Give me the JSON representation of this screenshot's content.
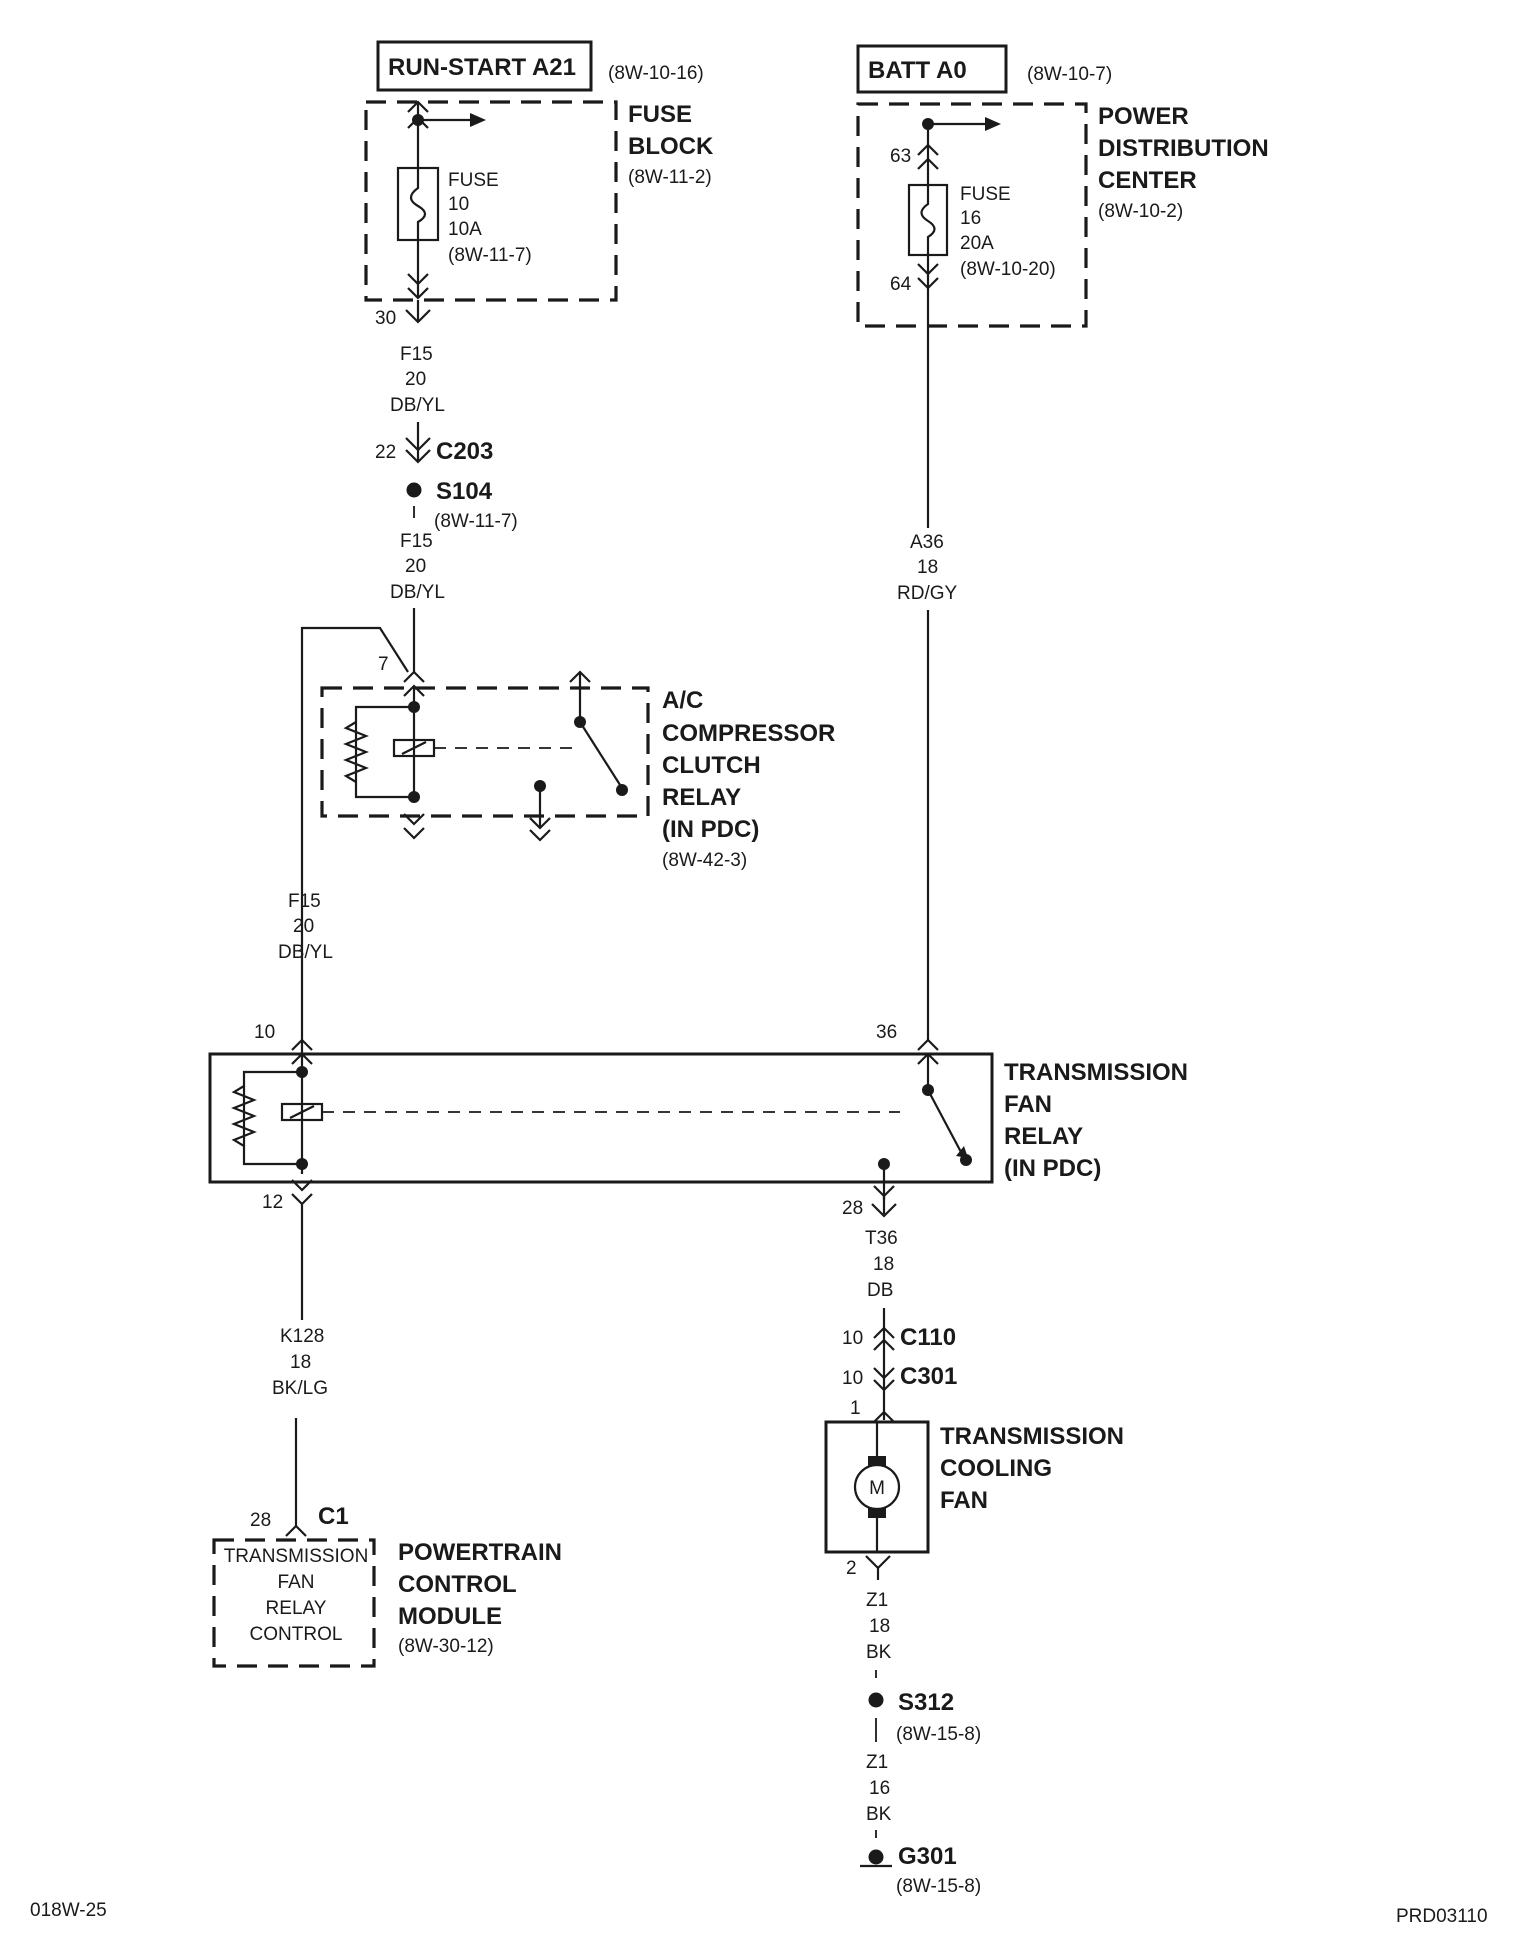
{
  "sources": {
    "run_start": {
      "label": "RUN-START A21",
      "ref": "(8W-10-16)"
    },
    "batt": {
      "label": "BATT A0",
      "ref": "(8W-10-7)"
    }
  },
  "fuse_block": {
    "title": [
      "FUSE",
      "BLOCK"
    ],
    "ref": "(8W-11-2)",
    "fuse": [
      "FUSE",
      "10",
      "10A",
      "(8W-11-7)"
    ]
  },
  "pdc": {
    "title": [
      "POWER",
      "DISTRIBUTION",
      "CENTER"
    ],
    "ref": "(8W-10-2)",
    "fuse": [
      "FUSE",
      "16",
      "20A",
      "(8W-10-20)"
    ],
    "pin_in": "63",
    "pin_out": "64"
  },
  "left_branch": {
    "pin_fuse_out": "30",
    "wire1": [
      "F15",
      "20",
      "DB/YL"
    ],
    "c203": {
      "pin": "22",
      "label": "C203"
    },
    "s104": {
      "label": "S104",
      "ref": "(8W-11-7)"
    },
    "wire2": [
      "F15",
      "20",
      "DB/YL"
    ],
    "ac_pin": "7",
    "wire3": [
      "F15",
      "20",
      "DB/YL"
    ]
  },
  "ac_relay": {
    "title": [
      "A/C",
      "COMPRESSOR",
      "CLUTCH",
      "RELAY",
      "(IN PDC)"
    ],
    "ref": "(8W-42-3)"
  },
  "right_branch": {
    "wire1": [
      "A36",
      "18",
      "RD/GY"
    ]
  },
  "trans_relay": {
    "title": [
      "TRANSMISSION",
      "FAN",
      "RELAY",
      "(IN PDC)"
    ],
    "pin_coil_in": "10",
    "pin_sw_in": "36",
    "pin_coil_out": "12",
    "pin_sw_out": "28"
  },
  "pcm_branch": {
    "wire": [
      "K128",
      "18",
      "BK/LG"
    ],
    "c1": {
      "pin": "28",
      "label": "C1"
    }
  },
  "pcm": {
    "title": [
      "POWERTRAIN",
      "CONTROL",
      "MODULE"
    ],
    "ref": "(8W-30-12)",
    "inner": [
      "TRANSMISSION",
      "FAN",
      "RELAY",
      "CONTROL"
    ]
  },
  "fan_branch": {
    "wire1": [
      "T36",
      "18",
      "DB"
    ],
    "c110": {
      "pin": "10",
      "label": "C110"
    },
    "c301": {
      "pin": "10",
      "label": "C301"
    },
    "fan_pin_in": "1",
    "fan_pin_out": "2",
    "wire2": [
      "Z1",
      "18",
      "BK"
    ],
    "s312": {
      "label": "S312",
      "ref": "(8W-15-8)"
    },
    "wire3": [
      "Z1",
      "16",
      "BK"
    ],
    "g301": {
      "label": "G301",
      "ref": "(8W-15-8)"
    }
  },
  "fan": {
    "title": [
      "TRANSMISSION",
      "COOLING",
      "FAN"
    ],
    "motor_symbol": "M"
  },
  "footer": {
    "left": "018W-25",
    "right": "PRD03110"
  }
}
